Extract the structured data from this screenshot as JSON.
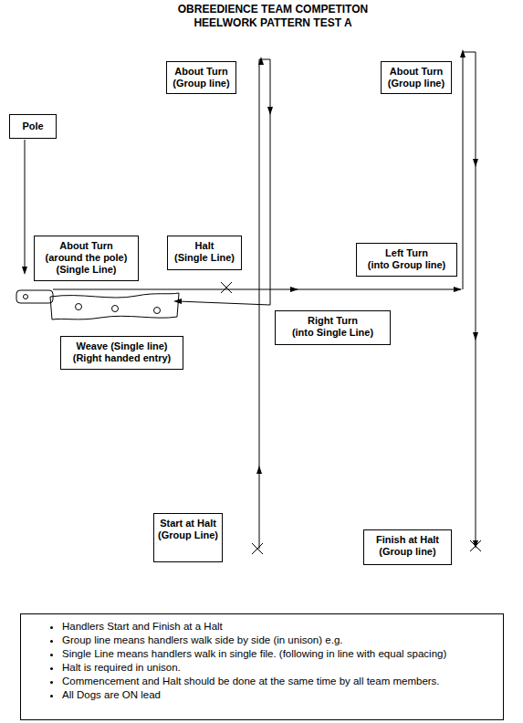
{
  "diagram": {
    "title": "OBREEDIENCE TEAM COMPETITON HEELWORK PATTERN TEST A",
    "nodes": [
      {
        "text": [
          "Pole"
        ]
      },
      {
        "text": [
          "About Turn",
          "(Group line)"
        ]
      },
      {
        "text": [
          "About Turn",
          "(Group line)"
        ]
      },
      {
        "text": [
          "About Turn",
          "(around the pole)",
          "(Single Line)"
        ]
      },
      {
        "text": [
          "Halt",
          "(Single Line)"
        ]
      },
      {
        "text": [
          "Left Turn",
          "(into Group line)"
        ]
      },
      {
        "text": [
          "Right Turn",
          "(into Single Line)"
        ]
      },
      {
        "text": [
          "Weave (Single line)",
          "(Right handed entry)"
        ]
      },
      {
        "text": [
          "Start at Halt",
          "(Group Line)"
        ]
      },
      {
        "text": [
          "Finish at Halt",
          "(Group line)"
        ]
      },
      {
        "text": [
          "Handlers Start and Finish at a Halt",
          "Group line means handlers walk side by side (in unison) e.g.",
          "Single Line means handlers walk in single file. (following in line with equal spacing)",
          "Halt is required in unison.",
          "Commencement and Halt should be done at the same time by all team members.",
          "All Dogs are ON lead"
        ]
      }
    ]
  }
}
